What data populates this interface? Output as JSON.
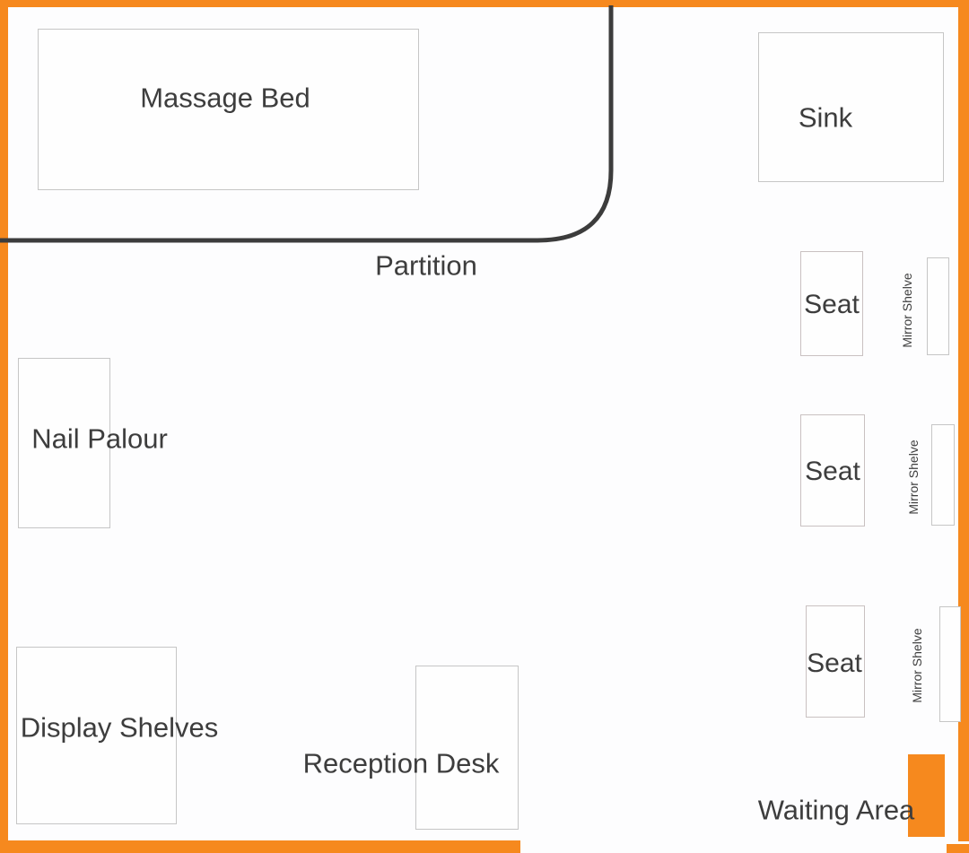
{
  "plan": {
    "massage_bed": {
      "label": "Massage Bed"
    },
    "sink": {
      "label": "Sink"
    },
    "partition": {
      "label": "Partition"
    },
    "seats": [
      {
        "label": "Seat"
      },
      {
        "label": "Seat"
      },
      {
        "label": "Seat"
      }
    ],
    "mirror_shelves": [
      {
        "label": "Mirror Shelve"
      },
      {
        "label": "Mirror Shelve"
      },
      {
        "label": "Mirror Shelve"
      }
    ],
    "nail_parlour": {
      "label": "Nail Palour"
    },
    "display_shelves": {
      "label": "Display Shelves"
    },
    "reception_desk": {
      "label": "Reception Desk"
    },
    "waiting_area": {
      "label": "Waiting Area"
    }
  },
  "colors": {
    "accent_orange": "#F6891E",
    "partition_line": "#3C3C3C",
    "label_text": "#3D3D3D",
    "shape_border": "#C6C6C6"
  }
}
